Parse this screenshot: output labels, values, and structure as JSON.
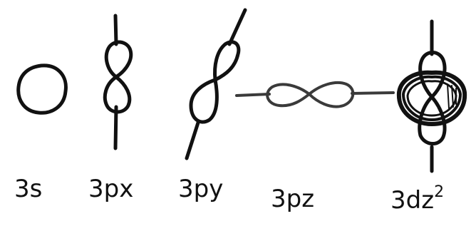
{
  "colors": {
    "ink": "#111111",
    "ink_gray": "#3a3a3a",
    "paper": "#ffffff"
  },
  "orbitals": [
    {
      "id": "3s",
      "label": "3s",
      "shape": "sphere"
    },
    {
      "id": "3px",
      "label": "3px",
      "shape": "dumbbell-vertical"
    },
    {
      "id": "3py",
      "label": "3py",
      "shape": "dumbbell-tilted"
    },
    {
      "id": "3pz",
      "label": "3pz",
      "shape": "dumbbell-horizontal"
    },
    {
      "id": "3dz2",
      "label_base": "3dz",
      "label_sup": "2",
      "shape": "dz2"
    }
  ]
}
